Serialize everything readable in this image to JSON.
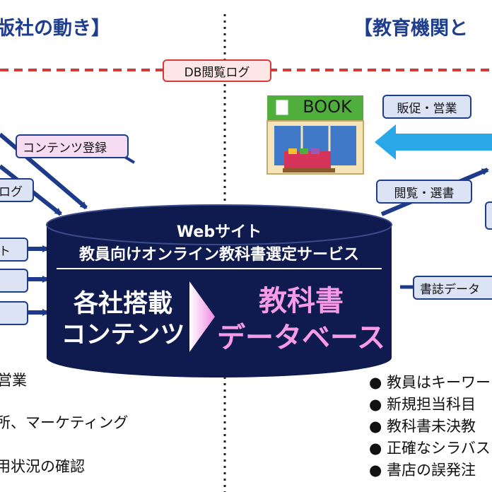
{
  "headings": {
    "left": "版社の動き】",
    "right": "【教育機関と"
  },
  "db_log_label": "DB閲覧ログ",
  "left_tags": {
    "content_registration": "コンテンツ登録",
    "log": "ログ",
    "tag3": "ト"
  },
  "right_tags": {
    "sales": "販促・営業",
    "browse": "閲覧・選書",
    "bibliographic": "書誌データ"
  },
  "bookstore": {
    "sign": "BOOK"
  },
  "cylinder": {
    "title_line1": "Webサイト",
    "title_line2": "教員向けオンライン教科書選定サービス",
    "left_line1": "各社搭載",
    "left_line2": "コンテンツ",
    "right_line1": "教科書",
    "right_line2": "データベース"
  },
  "left_list": [
    "営業",
    "所、マーケティング",
    "用状況の確認"
  ],
  "right_list": [
    "教員はキーワー",
    "新規担当科目",
    "教科書未決教",
    "正確なシラバス",
    "書店の誤発注"
  ],
  "colors": {
    "navy": "#0f1a4f",
    "accent": "#1f3d8f",
    "pink": "#f79be6",
    "red": "#d43a3a",
    "arrow": "#1e3a8a",
    "cyan": "#2aa7e6"
  }
}
